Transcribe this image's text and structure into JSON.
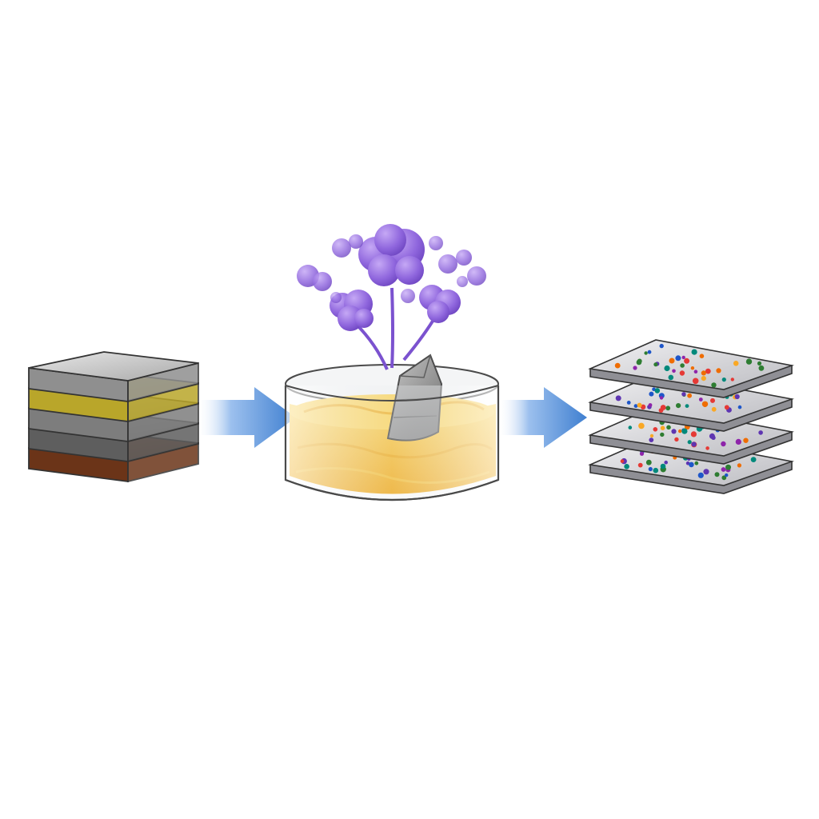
{
  "diagram": {
    "stages": [
      {
        "id": "stage-1",
        "icon": "layered-stack-icon",
        "layers": 5
      },
      {
        "id": "stage-2",
        "icon": "liquid-bath-icon",
        "plumes": 3
      },
      {
        "id": "stage-3",
        "icon": "particle-coated-sheets-icon",
        "sheets": 4
      }
    ],
    "arrows": [
      {
        "from": "stage-1",
        "to": "stage-2",
        "icon": "right-arrow-icon"
      },
      {
        "from": "stage-2",
        "to": "stage-3",
        "icon": "right-arrow-icon"
      }
    ]
  },
  "colors": {
    "arrow": "#3f7fd0",
    "layer_silver": "#b9b9b9",
    "layer_gold": "#e3d04a",
    "layer_gray": "#9a9a9a",
    "layer_dark_gray": "#7c7c7c",
    "layer_brown": "#8a4e2c",
    "liquid": "#f3b62a",
    "plume": "#8f66dd",
    "rock": "#8e8e8e",
    "sheet": "#c9c9cc",
    "particles": [
      "#e53935",
      "#2e7d32",
      "#1e56c9",
      "#8e24aa",
      "#f9a825",
      "#00897b",
      "#ef6c00",
      "#5e35b1"
    ]
  }
}
